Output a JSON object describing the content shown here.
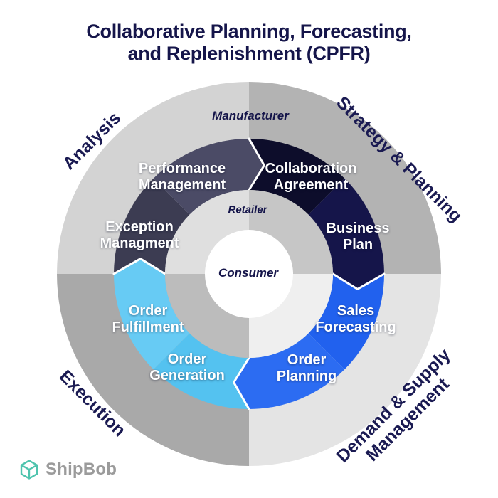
{
  "title": {
    "line1": "Collaborative Planning, Forecasting,",
    "line2": "and Replenishment (CPFR)"
  },
  "phases": {
    "analysis": "Analysis",
    "strategy_planning": "Strategy & Planning",
    "execution": "Execution",
    "demand_supply_line1": "Demand & Supply",
    "demand_supply_line2": "Management"
  },
  "tiers": {
    "manufacturer": "Manufacturer",
    "retailer": "Retailer",
    "consumer": "Consumer"
  },
  "ring": {
    "segments": [
      {
        "name": "collaboration-agreement",
        "line1": "Collaboration",
        "line2": "Agreement",
        "color": "#0d0d2b"
      },
      {
        "name": "business-plan",
        "line1": "Business",
        "line2": "Plan",
        "color": "#15154a"
      },
      {
        "name": "sales-forecasting",
        "line1": "Sales",
        "line2": "Forecasting",
        "color": "#2161ee"
      },
      {
        "name": "order-planning",
        "line1": "Order",
        "line2": "Planning",
        "color": "#2c6cf2"
      },
      {
        "name": "order-generation",
        "line1": "Order",
        "line2": "Generation",
        "color": "#54c2f0"
      },
      {
        "name": "order-fulfillment",
        "line1": "Order",
        "line2": "Fulfillment",
        "color": "#67cbf4"
      },
      {
        "name": "exception-managment",
        "line1": "Exception",
        "line2": "Managment",
        "color": "#3c3c52"
      },
      {
        "name": "performance-management",
        "line1": "Performance",
        "line2": "Management",
        "color": "#4b4b66"
      }
    ]
  },
  "quadrant_colors": {
    "outer": {
      "tl": "#d3d3d3",
      "tr": "#b3b3b3",
      "br": "#e4e4e4",
      "bl": "#a9a9a9"
    },
    "inner": {
      "tl": "#dfdfdf",
      "tr": "#c6c6c6",
      "br": "#efefef",
      "bl": "#bcbcbc"
    },
    "center": "#ffffff"
  },
  "accents": {
    "heading_text": "#15154a",
    "arrow_outline": "#ffffff"
  },
  "logo": {
    "text": "ShipBob",
    "text_color": "#9b9b9b",
    "icon_color": "#4fc4ae"
  }
}
